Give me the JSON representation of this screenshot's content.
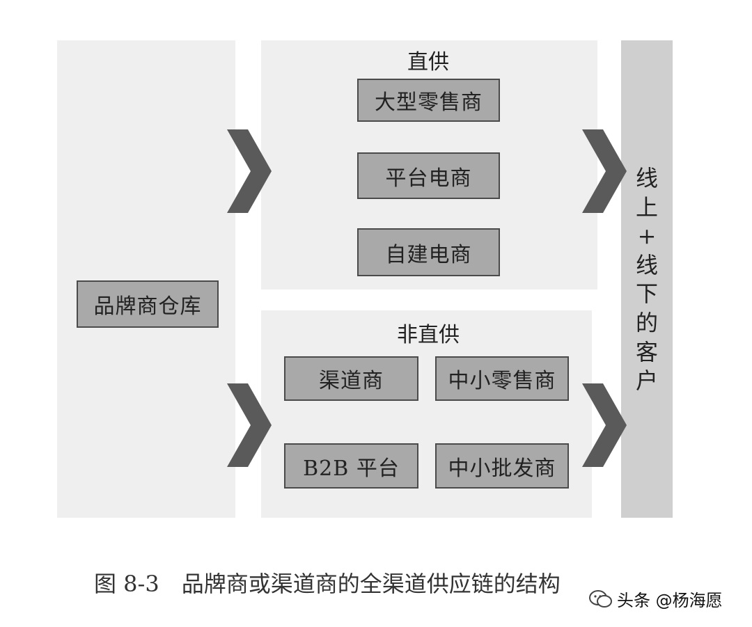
{
  "warehouse": {
    "label": "品牌商仓库"
  },
  "direct": {
    "title": "直供",
    "items": [
      "大型零售商",
      "平台电商",
      "自建电商"
    ]
  },
  "indirect": {
    "title": "非直供",
    "items": [
      "渠道商",
      "中小零售商",
      "B2B 平台",
      "中小批发商"
    ]
  },
  "customer": {
    "chars": [
      "线",
      "上",
      "+",
      "线",
      "下",
      "的",
      "客",
      "户"
    ]
  },
  "caption": {
    "text": "图 8-3　品牌商或渠道商的全渠道供应链的结构"
  },
  "watermark": {
    "text": "头条 @杨海愿"
  },
  "colors": {
    "panel": "#efefef",
    "box_fill": "#a9a9a9",
    "box_border": "#4a4a4a",
    "arrow": "#5a5a5a",
    "customer_bar": "#cfcfcf"
  }
}
